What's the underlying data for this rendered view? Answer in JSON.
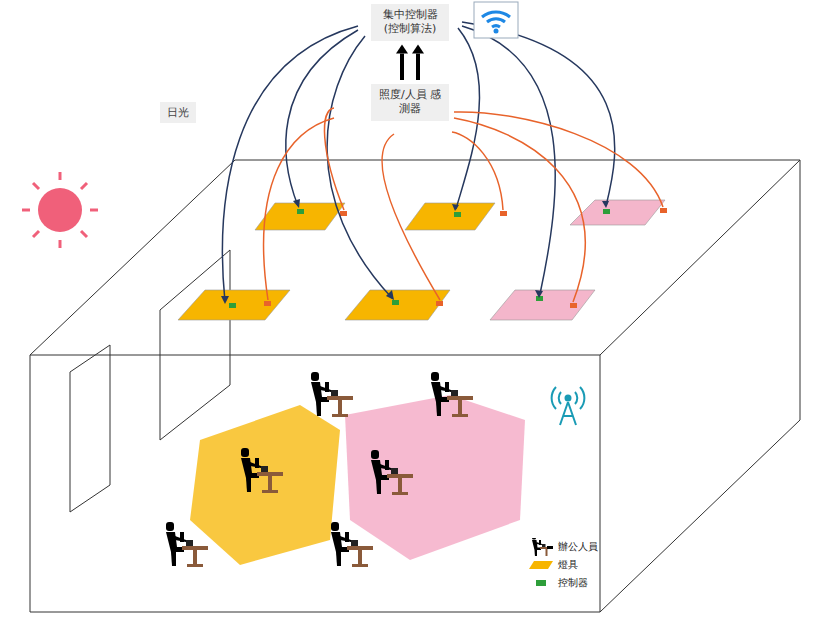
{
  "diagram": {
    "nodes": [
      {
        "text": [
          "集中控制器 (控制算法)"
        ]
      },
      {
        "text": [
          "照度/人員 感測器"
        ]
      }
    ],
    "edges": [
      {
        "from": 1,
        "to": 0,
        "arrow": "to"
      }
    ],
    "labels": [
      "日光"
    ],
    "legend": [
      {
        "text": "辦公人員"
      },
      {
        "text": "燈具",
        "color": "#f7b500"
      },
      {
        "text": "控制器",
        "color": "#2e9e3a"
      }
    ]
  }
}
